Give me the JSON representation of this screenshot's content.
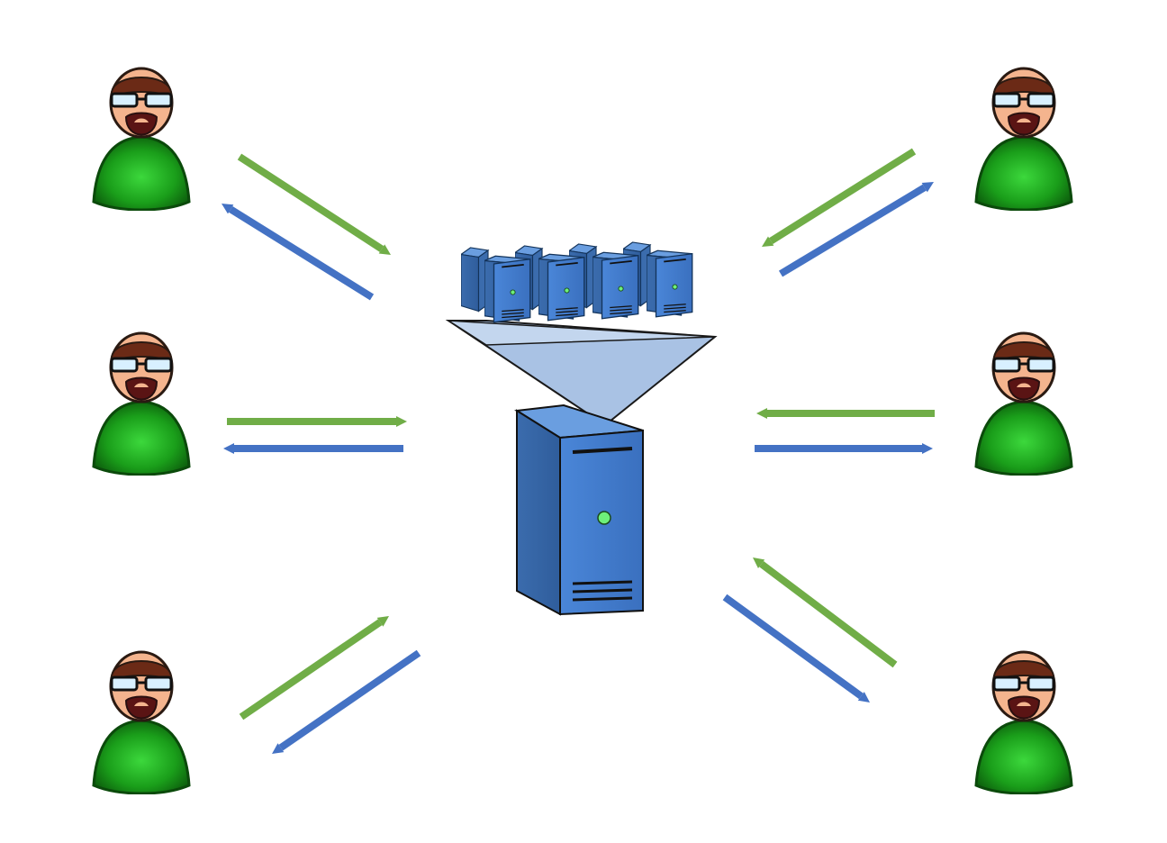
{
  "diagram": {
    "description_free": true,
    "users": [
      {
        "id": "user-top-left",
        "icon": "user-icon"
      },
      {
        "id": "user-middle-left",
        "icon": "user-icon"
      },
      {
        "id": "user-bottom-left",
        "icon": "user-icon"
      },
      {
        "id": "user-top-right",
        "icon": "user-icon"
      },
      {
        "id": "user-middle-right",
        "icon": "user-icon"
      },
      {
        "id": "user-bottom-right",
        "icon": "user-icon"
      }
    ],
    "central_node": {
      "icon": "server-tower-icon"
    },
    "server_cluster": {
      "icon": "server-cluster-icon",
      "count": 8
    },
    "connections": [
      {
        "user": "user-top-left",
        "to_center": true,
        "from_center": true
      },
      {
        "user": "user-middle-left",
        "to_center": true,
        "from_center": true
      },
      {
        "user": "user-bottom-left",
        "to_center": true,
        "from_center": true
      },
      {
        "user": "user-top-right",
        "to_center": true,
        "from_center": true
      },
      {
        "user": "user-middle-right",
        "to_center": true,
        "from_center": true
      },
      {
        "user": "user-bottom-right",
        "to_center": true,
        "from_center": true
      }
    ],
    "colors": {
      "request_arrow": "#70ad47",
      "response_arrow": "#4472c4",
      "shirt": "#1e9a1e",
      "server_blue": "#4a86d8",
      "funnel": "#a9c2e4"
    }
  }
}
